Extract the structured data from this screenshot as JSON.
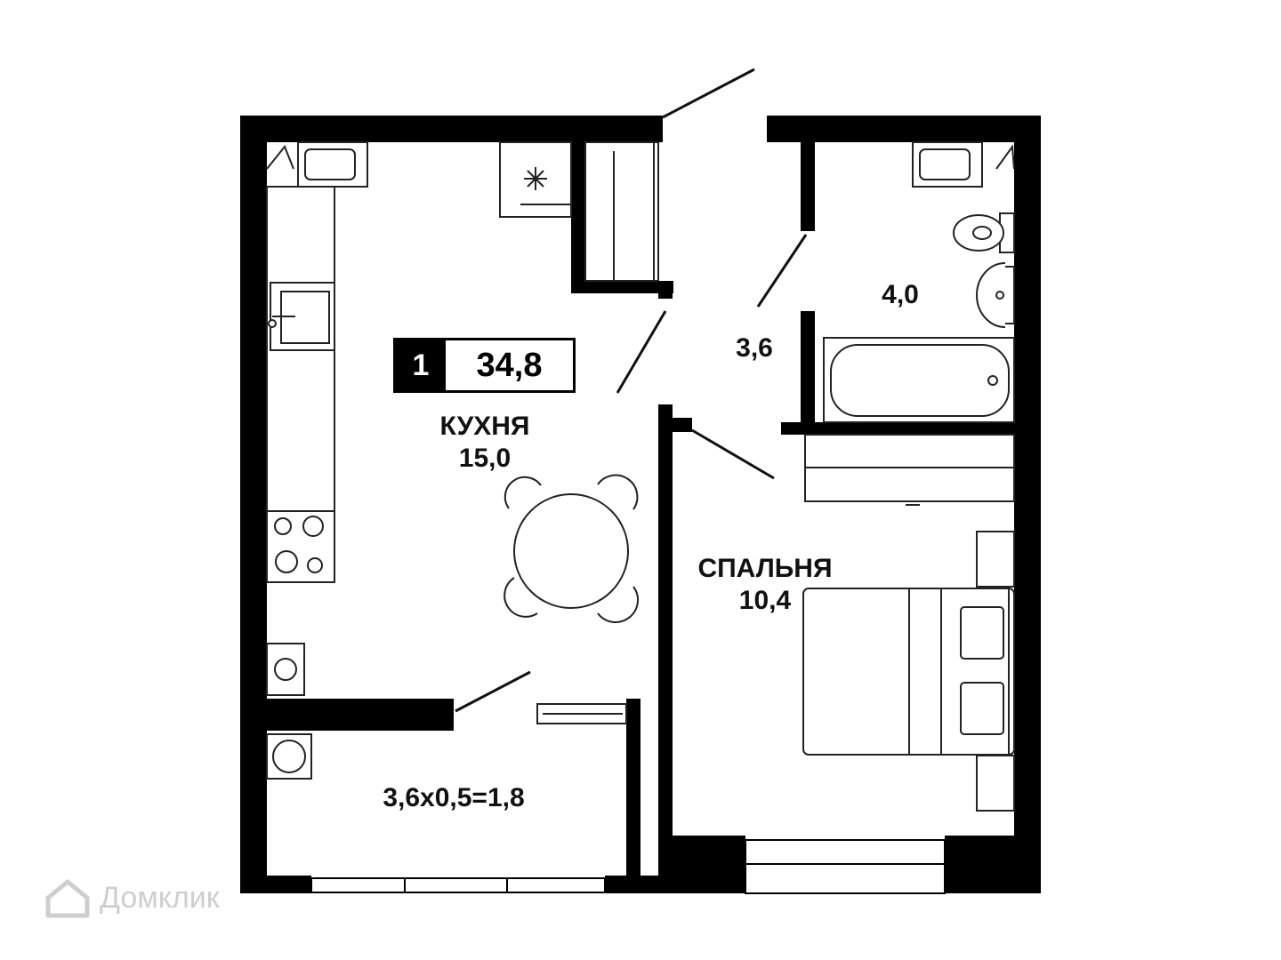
{
  "apartment": {
    "rooms": "1",
    "total_area": "34,8"
  },
  "rooms": {
    "kitchen": {
      "name": "КУХНЯ",
      "area": "15,0"
    },
    "bedroom": {
      "name": "СПАЛЬНЯ",
      "area": "10,4"
    },
    "hall": {
      "area": "3,6"
    },
    "bathroom": {
      "area": "4,0"
    },
    "balcony": {
      "area": "3,6х0,5=1,8"
    }
  },
  "watermark": {
    "text": "Домклик",
    "icon": "house-logo-icon"
  },
  "colors": {
    "wall": "#000000",
    "furniture_stroke": "#222222",
    "background": "#ffffff"
  }
}
